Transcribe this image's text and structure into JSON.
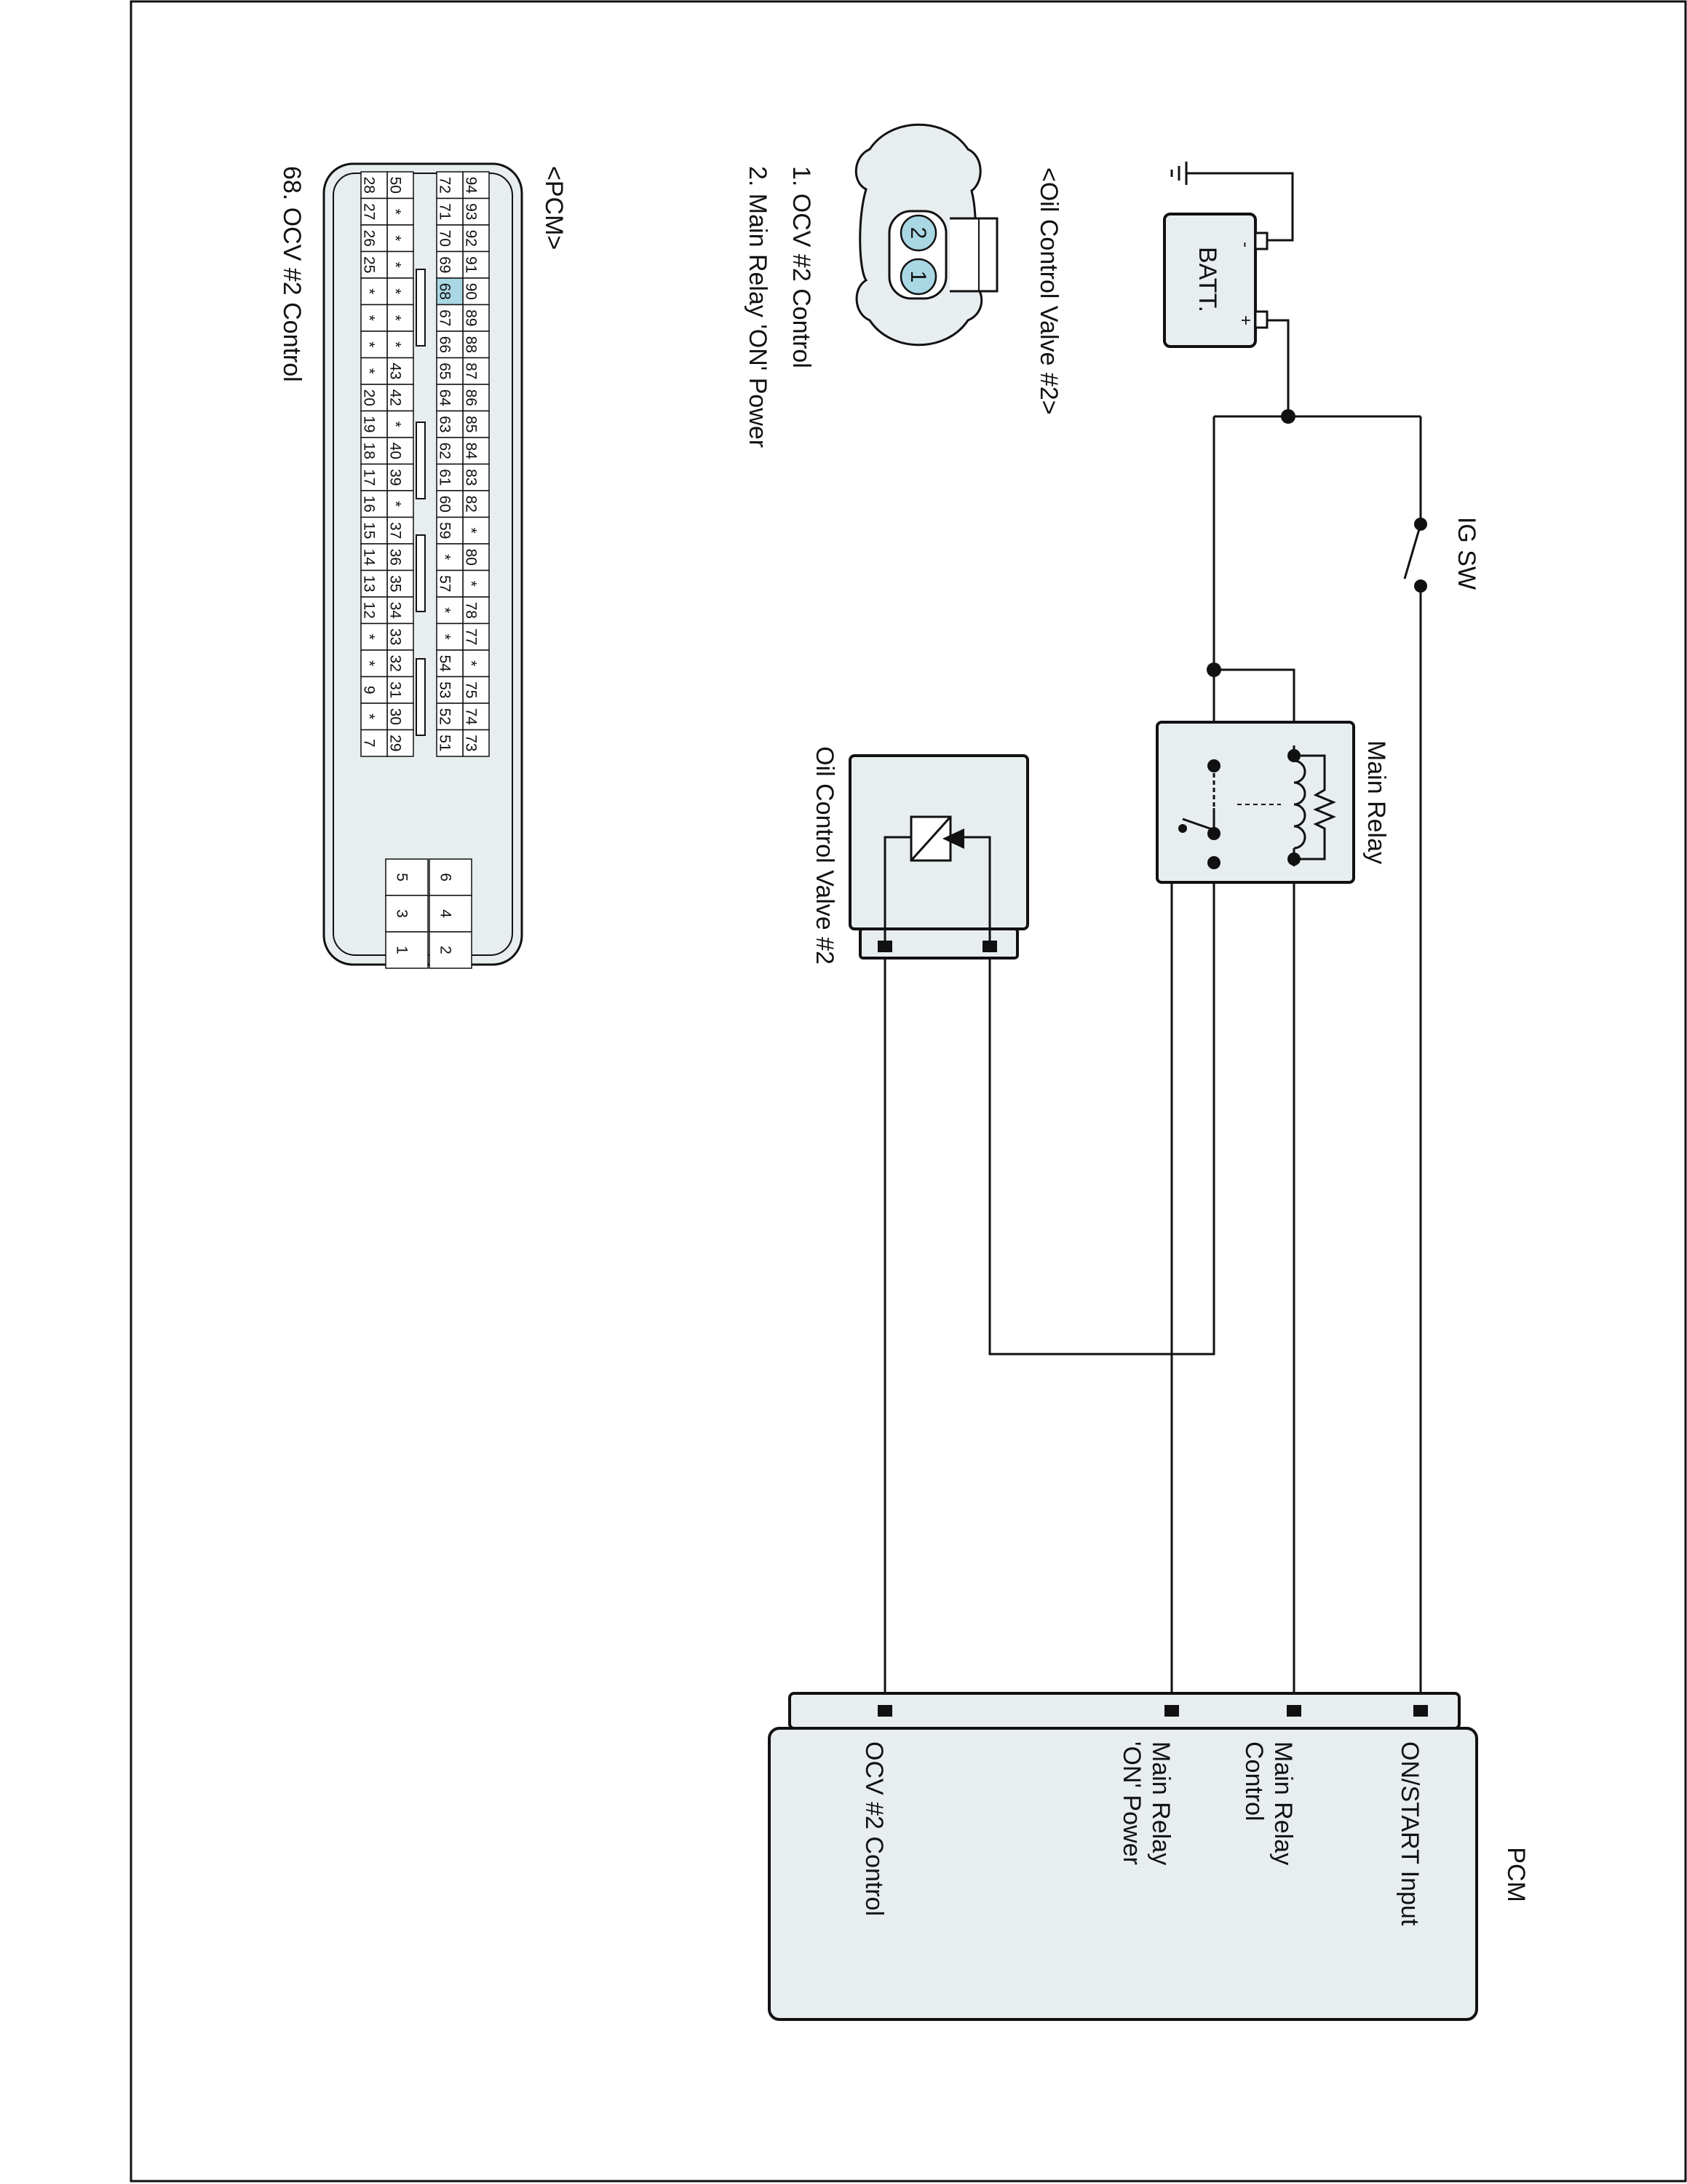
{
  "battery": {
    "label": "BATT.",
    "plus": "+",
    "minus": "-"
  },
  "ig_switch": {
    "label": "IG SW"
  },
  "main_relay": {
    "label": "Main Relay"
  },
  "ocv": {
    "label": "Oil Control Valve #2"
  },
  "pcm": {
    "label": "PCM",
    "pins": [
      {
        "label_lines": [
          "ON/START Input"
        ]
      },
      {
        "label_lines": [
          "Main Relay",
          "Control"
        ]
      },
      {
        "label_lines": [
          "Main Relay",
          "'ON' Power"
        ]
      },
      {
        "label_lines": [
          "OCV #2 Control"
        ]
      }
    ]
  },
  "ocv_connector": {
    "title": "<Oil Control Valve #2>",
    "pin_numbers": [
      "2",
      "1"
    ],
    "legend": [
      "1. OCV #2 Control",
      "2. Main Relay 'ON' Power"
    ]
  },
  "pcm_connector": {
    "title": "<PCM>",
    "highlight_pin": "68",
    "legend": [
      "68. OCV #2 Control"
    ],
    "rows": [
      [
        "94",
        "93",
        "92",
        "91",
        "90",
        "89",
        "88",
        "87",
        "86",
        "85",
        "84",
        "83",
        "82",
        "*",
        "80",
        "*",
        "78",
        "77",
        "*",
        "75",
        "74",
        "73"
      ],
      [
        "72",
        "71",
        "70",
        "69",
        "68",
        "67",
        "66",
        "65",
        "64",
        "63",
        "62",
        "61",
        "60",
        "59",
        "*",
        "57",
        "*",
        "*",
        "54",
        "53",
        "52",
        "51"
      ],
      [
        "50",
        "*",
        "*",
        "*",
        "*",
        "*",
        "*",
        "43",
        "42",
        "*",
        "40",
        "39",
        "*",
        "37",
        "36",
        "35",
        "34",
        "33",
        "32",
        "31",
        "30",
        "29"
      ],
      [
        "28",
        "27",
        "26",
        "25",
        "*",
        "*",
        "*",
        "*",
        "20",
        "19",
        "18",
        "17",
        "16",
        "15",
        "14",
        "13",
        "12",
        "*",
        "*",
        "9",
        "*",
        "7"
      ]
    ],
    "small_block": [
      [
        "6",
        "5"
      ],
      [
        "4",
        "3"
      ],
      [
        "2",
        "1"
      ]
    ]
  },
  "colors": {
    "component_fill": "#e8edf0",
    "pin_highlight": "#a9d7e3",
    "line": "#111111"
  }
}
